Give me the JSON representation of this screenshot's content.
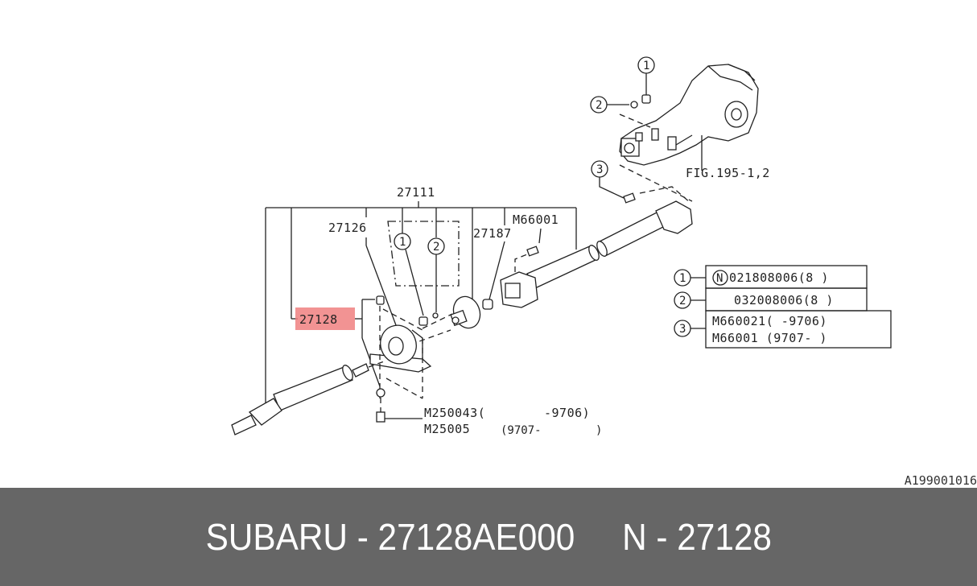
{
  "diagram": {
    "callouts": {
      "c1": "1",
      "c2": "2",
      "c3": "3",
      "n_marker": "N"
    },
    "labels": {
      "fig_ref": "FIG.195-1,2",
      "assembly": "27111",
      "center_bearing": "27126",
      "highlighted_part": "27128",
      "washer": "27187",
      "bolt_top": "M66001",
      "bolt_bottom_1_code": "M250043(",
      "bolt_bottom_1_range": "-9706)",
      "bolt_bottom_2_code": "M25005",
      "bolt_bottom_2_range": "(9707-",
      "bolt_bottom_2_close": ")"
    },
    "legend_table": {
      "rows": [
        {
          "callout": "1",
          "marker": "N",
          "lines": [
            "021808006(8  )"
          ]
        },
        {
          "callout": "2",
          "marker": "",
          "lines": [
            "032008006(8  )"
          ]
        },
        {
          "callout": "3",
          "marker": "",
          "lines": [
            "M660021(     -9706)",
            "M66001 (9707-     )"
          ]
        }
      ]
    },
    "highlight_color": "#f08080",
    "diagram_id": "A199001016"
  },
  "footer": {
    "brand": "SUBARU",
    "separator": "-",
    "part_number": "27128AE000",
    "ref_prefix": "N",
    "ref_number": "27128",
    "text": "SUBARU - 27128AE000     N - 27128"
  }
}
